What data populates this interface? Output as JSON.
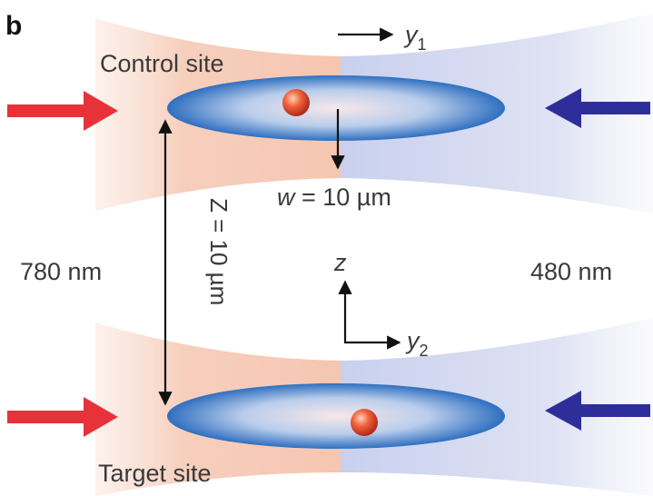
{
  "panel_label": "b",
  "control_site_label": "Control site",
  "target_site_label": "Target site",
  "left_wavelength_label": "780 nm",
  "right_wavelength_label": "480 nm",
  "separation_label": "Z = 10 µm",
  "waist_label": {
    "symbol": "w",
    "value": " = 10 µm"
  },
  "axis_labels": {
    "y1": "y",
    "y1_sub": "1",
    "y2": "y",
    "y2_sub": "2",
    "z": "z"
  },
  "colors": {
    "red_beam": "#e8323a",
    "blue_beam": "#2e2e9a",
    "red_region": "#f5c9b6",
    "blue_region": "#cdd4ee",
    "atom": "#e8533a",
    "ellipse_edge": "#2f6fc0"
  },
  "icons": {
    "left_arrows": "arrow-right-icon",
    "right_arrows": "arrow-left-icon"
  }
}
